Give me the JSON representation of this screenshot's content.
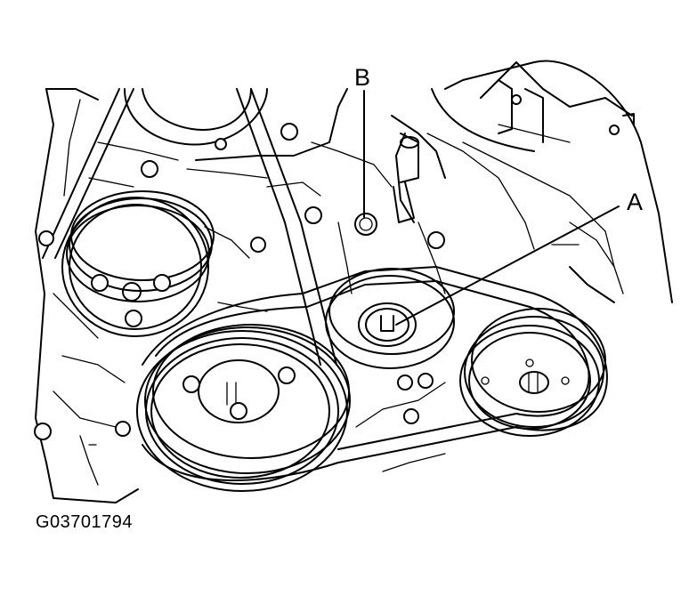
{
  "figure": {
    "callouts": {
      "a": "A",
      "b": "B"
    },
    "figure_code": "G03701794"
  },
  "colors": {
    "ink": "#000000",
    "paper": "#ffffff"
  }
}
